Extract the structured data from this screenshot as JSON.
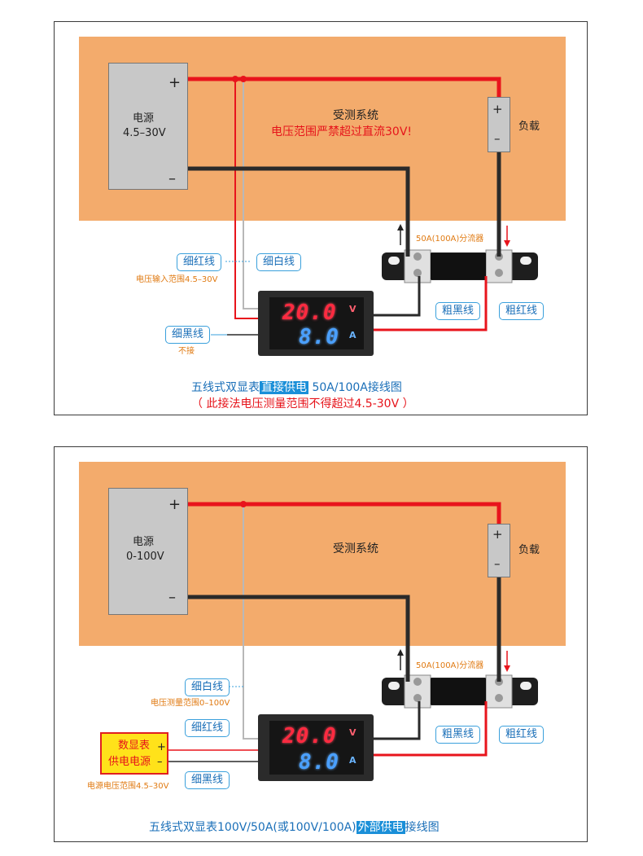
{
  "diagram1": {
    "supply_label": "电源",
    "supply_range": "4.5–30V",
    "plus": "+",
    "minus": "–",
    "system_label": "受测系统",
    "warning": "电压范围严禁超过直流30V!",
    "load_label": "负载",
    "load_plus": "+",
    "load_minus": "–",
    "shunt_label": "50A(100A)分流器",
    "thin_red": "细红线",
    "thin_white": "细白线",
    "input_range": "电压输入范围4.5–30V",
    "thin_black": "细黑线",
    "not_connected": "不接",
    "thick_black": "粗黑线",
    "thick_red": "粗红线",
    "voltage_reading": "20.0",
    "voltage_unit": "V",
    "current_reading": "8.0",
    "current_unit": "A",
    "caption_pre": "五线式双显表",
    "caption_hl": "直接供电",
    "caption_post": " 50A/100A接线图",
    "caption_line2": "（ 此接法电压测量范围不得超过4.5-30V ）"
  },
  "diagram2": {
    "supply_label": "电源",
    "supply_range": "0-100V",
    "plus": "+",
    "minus": "–",
    "system_label": "受测系统",
    "load_label": "负载",
    "load_plus": "+",
    "load_minus": "–",
    "shunt_label": "50A(100A)分流器",
    "thin_white": "细白线",
    "measure_range": "电压测量范围0–100V",
    "thin_red": "细红线",
    "thin_black": "细黑线",
    "thick_black": "粗黑线",
    "thick_red": "粗红线",
    "aux_line1": "数显表",
    "aux_line2": "供电电源",
    "aux_plus": "+",
    "aux_minus": "–",
    "aux_range": "电源电压范围4.5–30V",
    "voltage_reading": "20.0",
    "voltage_unit": "V",
    "current_reading": "8.0",
    "current_unit": "A",
    "caption_pre": "五线式双显表100V/50A(或100V/100A)",
    "caption_hl": "外部供电",
    "caption_post": "接线图"
  },
  "colors": {
    "system_bg": "#f3ab6c",
    "red_wire": "#e8141c",
    "black_wire": "#2a2a2a",
    "white_wire": "#b8b8b8",
    "callout_border": "#3aa0dc",
    "highlight": "#1a8fd8"
  }
}
